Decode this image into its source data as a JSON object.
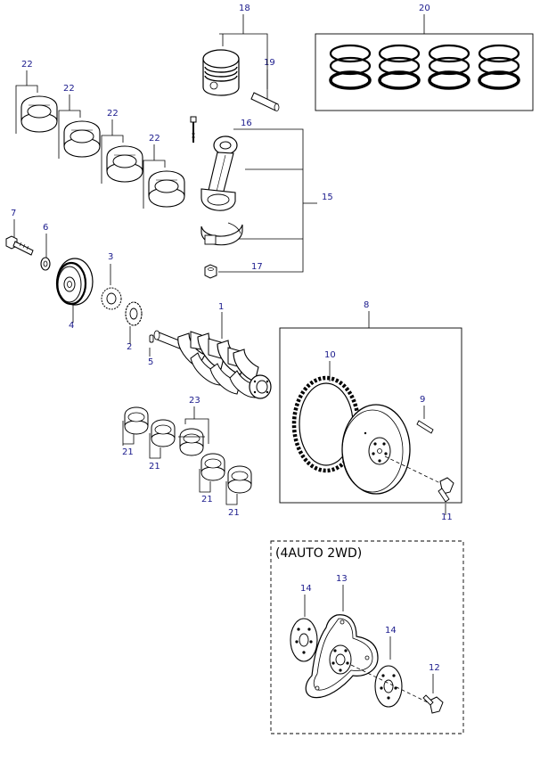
{
  "callouts": {
    "c1": "1",
    "c2": "2",
    "c3": "3",
    "c4": "4",
    "c5": "5",
    "c6": "6",
    "c7": "7",
    "c8": "8",
    "c9": "9",
    "c10": "10",
    "c11": "11",
    "c12": "12",
    "c13": "13",
    "c14a": "14",
    "c14b": "14",
    "c15": "15",
    "c16": "16",
    "c17": "17",
    "c18": "18",
    "c19": "19",
    "c20": "20",
    "c21a": "21",
    "c21b": "21",
    "c21c": "21",
    "c21d": "21",
    "c22a": "22",
    "c22b": "22",
    "c22c": "22",
    "c22d": "22",
    "c23": "23"
  },
  "inset": {
    "label": "(4AUTO 2WD)"
  },
  "colors": {
    "callout": "#1a1a8c",
    "line": "#000000",
    "background": "#ffffff"
  }
}
